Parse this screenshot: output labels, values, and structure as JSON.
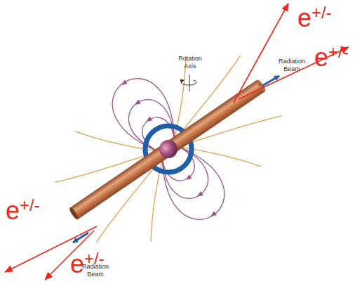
{
  "diagram": {
    "labels": [
      "Rotation Axis",
      "Radiation Beam",
      "e+/-",
      "e+/-",
      "Radiation Beam",
      "e+/-",
      "e+/-"
    ]
  }
}
